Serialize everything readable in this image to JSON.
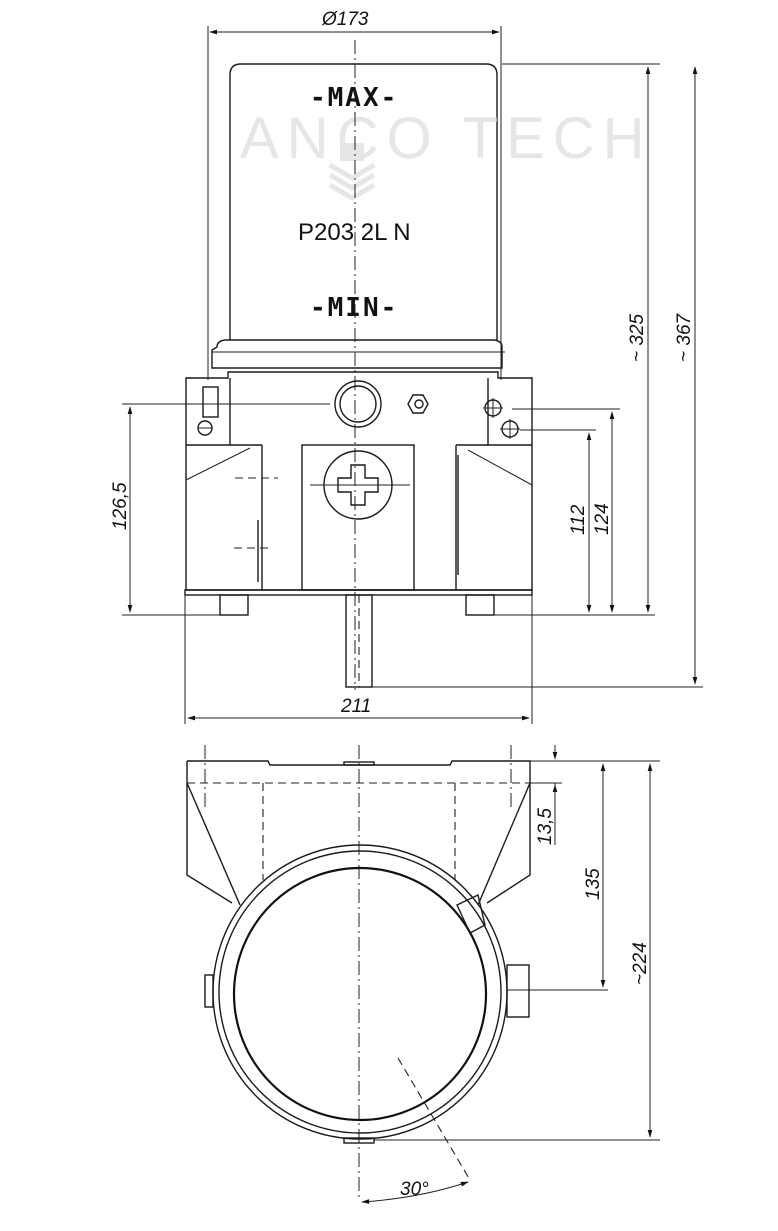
{
  "drawing": {
    "watermark": "ANCO TECH",
    "model_label": "P203 2L N",
    "reservoir_labels": {
      "max": "-MAX-",
      "min": "-MIN-"
    },
    "front_view": {
      "dimensions": {
        "reservoir_diameter": "Ø173",
        "base_width": "211",
        "height_reservoir_to_base": "~ 325",
        "total_height": "~ 367",
        "left_mount_height": "126,5",
        "port_height_112": "112",
        "port_height_124": "124"
      }
    },
    "top_view": {
      "dimensions": {
        "flange_offset": "13,5",
        "center_to_top": "135",
        "total_depth": "~224",
        "angle": "30°"
      }
    },
    "colors": {
      "line": "#111111",
      "watermark": "#e6e6e6",
      "background": "#ffffff"
    }
  }
}
